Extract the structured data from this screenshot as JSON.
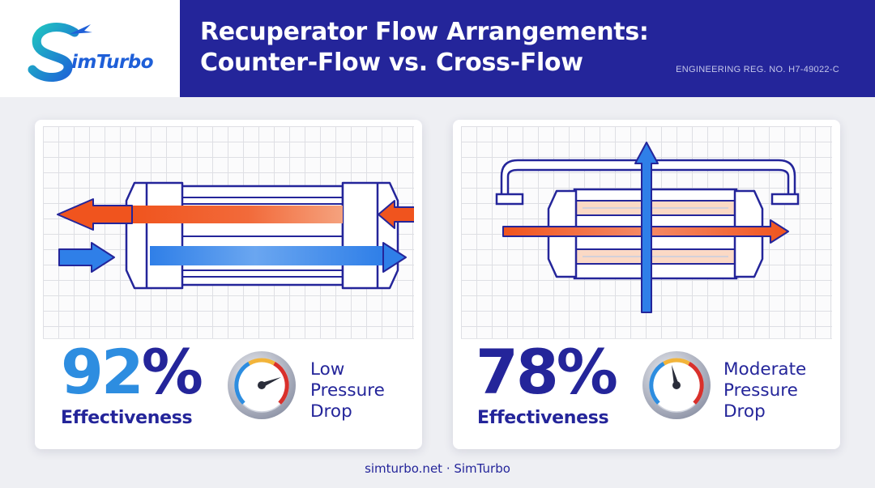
{
  "brand": {
    "logo_text": "imTurbo",
    "colors": {
      "navy": "#24259a",
      "blue": "#2d8de0",
      "hot": "#f0541e",
      "cold": "#2f7fe8"
    }
  },
  "header": {
    "title_line1": "Recuperator Flow Arrangements:",
    "title_line2": "Counter-Flow vs. Cross-Flow",
    "registration": "ENGINEERING REG. NO. H7-49022-C"
  },
  "cards": [
    {
      "arrangement": "counter-flow",
      "effectiveness_value": "92",
      "percent_sign": "%",
      "effectiveness_label": "Effectiveness",
      "pressure_line1": "Low",
      "pressure_line2": "Pressure",
      "pressure_line3": "Drop",
      "gauge_icon": "gauge-icon",
      "gauge_level": 0.75
    },
    {
      "arrangement": "cross-flow",
      "effectiveness_value": "78",
      "percent_sign": "%",
      "effectiveness_label": "Effectiveness",
      "pressure_line1": "Moderate",
      "pressure_line2": "Pressure",
      "pressure_line3": "Drop",
      "gauge_icon": "gauge-icon",
      "gauge_level": 0.45
    }
  ],
  "footer": {
    "text": "simturbo.net · SimTurbo"
  }
}
